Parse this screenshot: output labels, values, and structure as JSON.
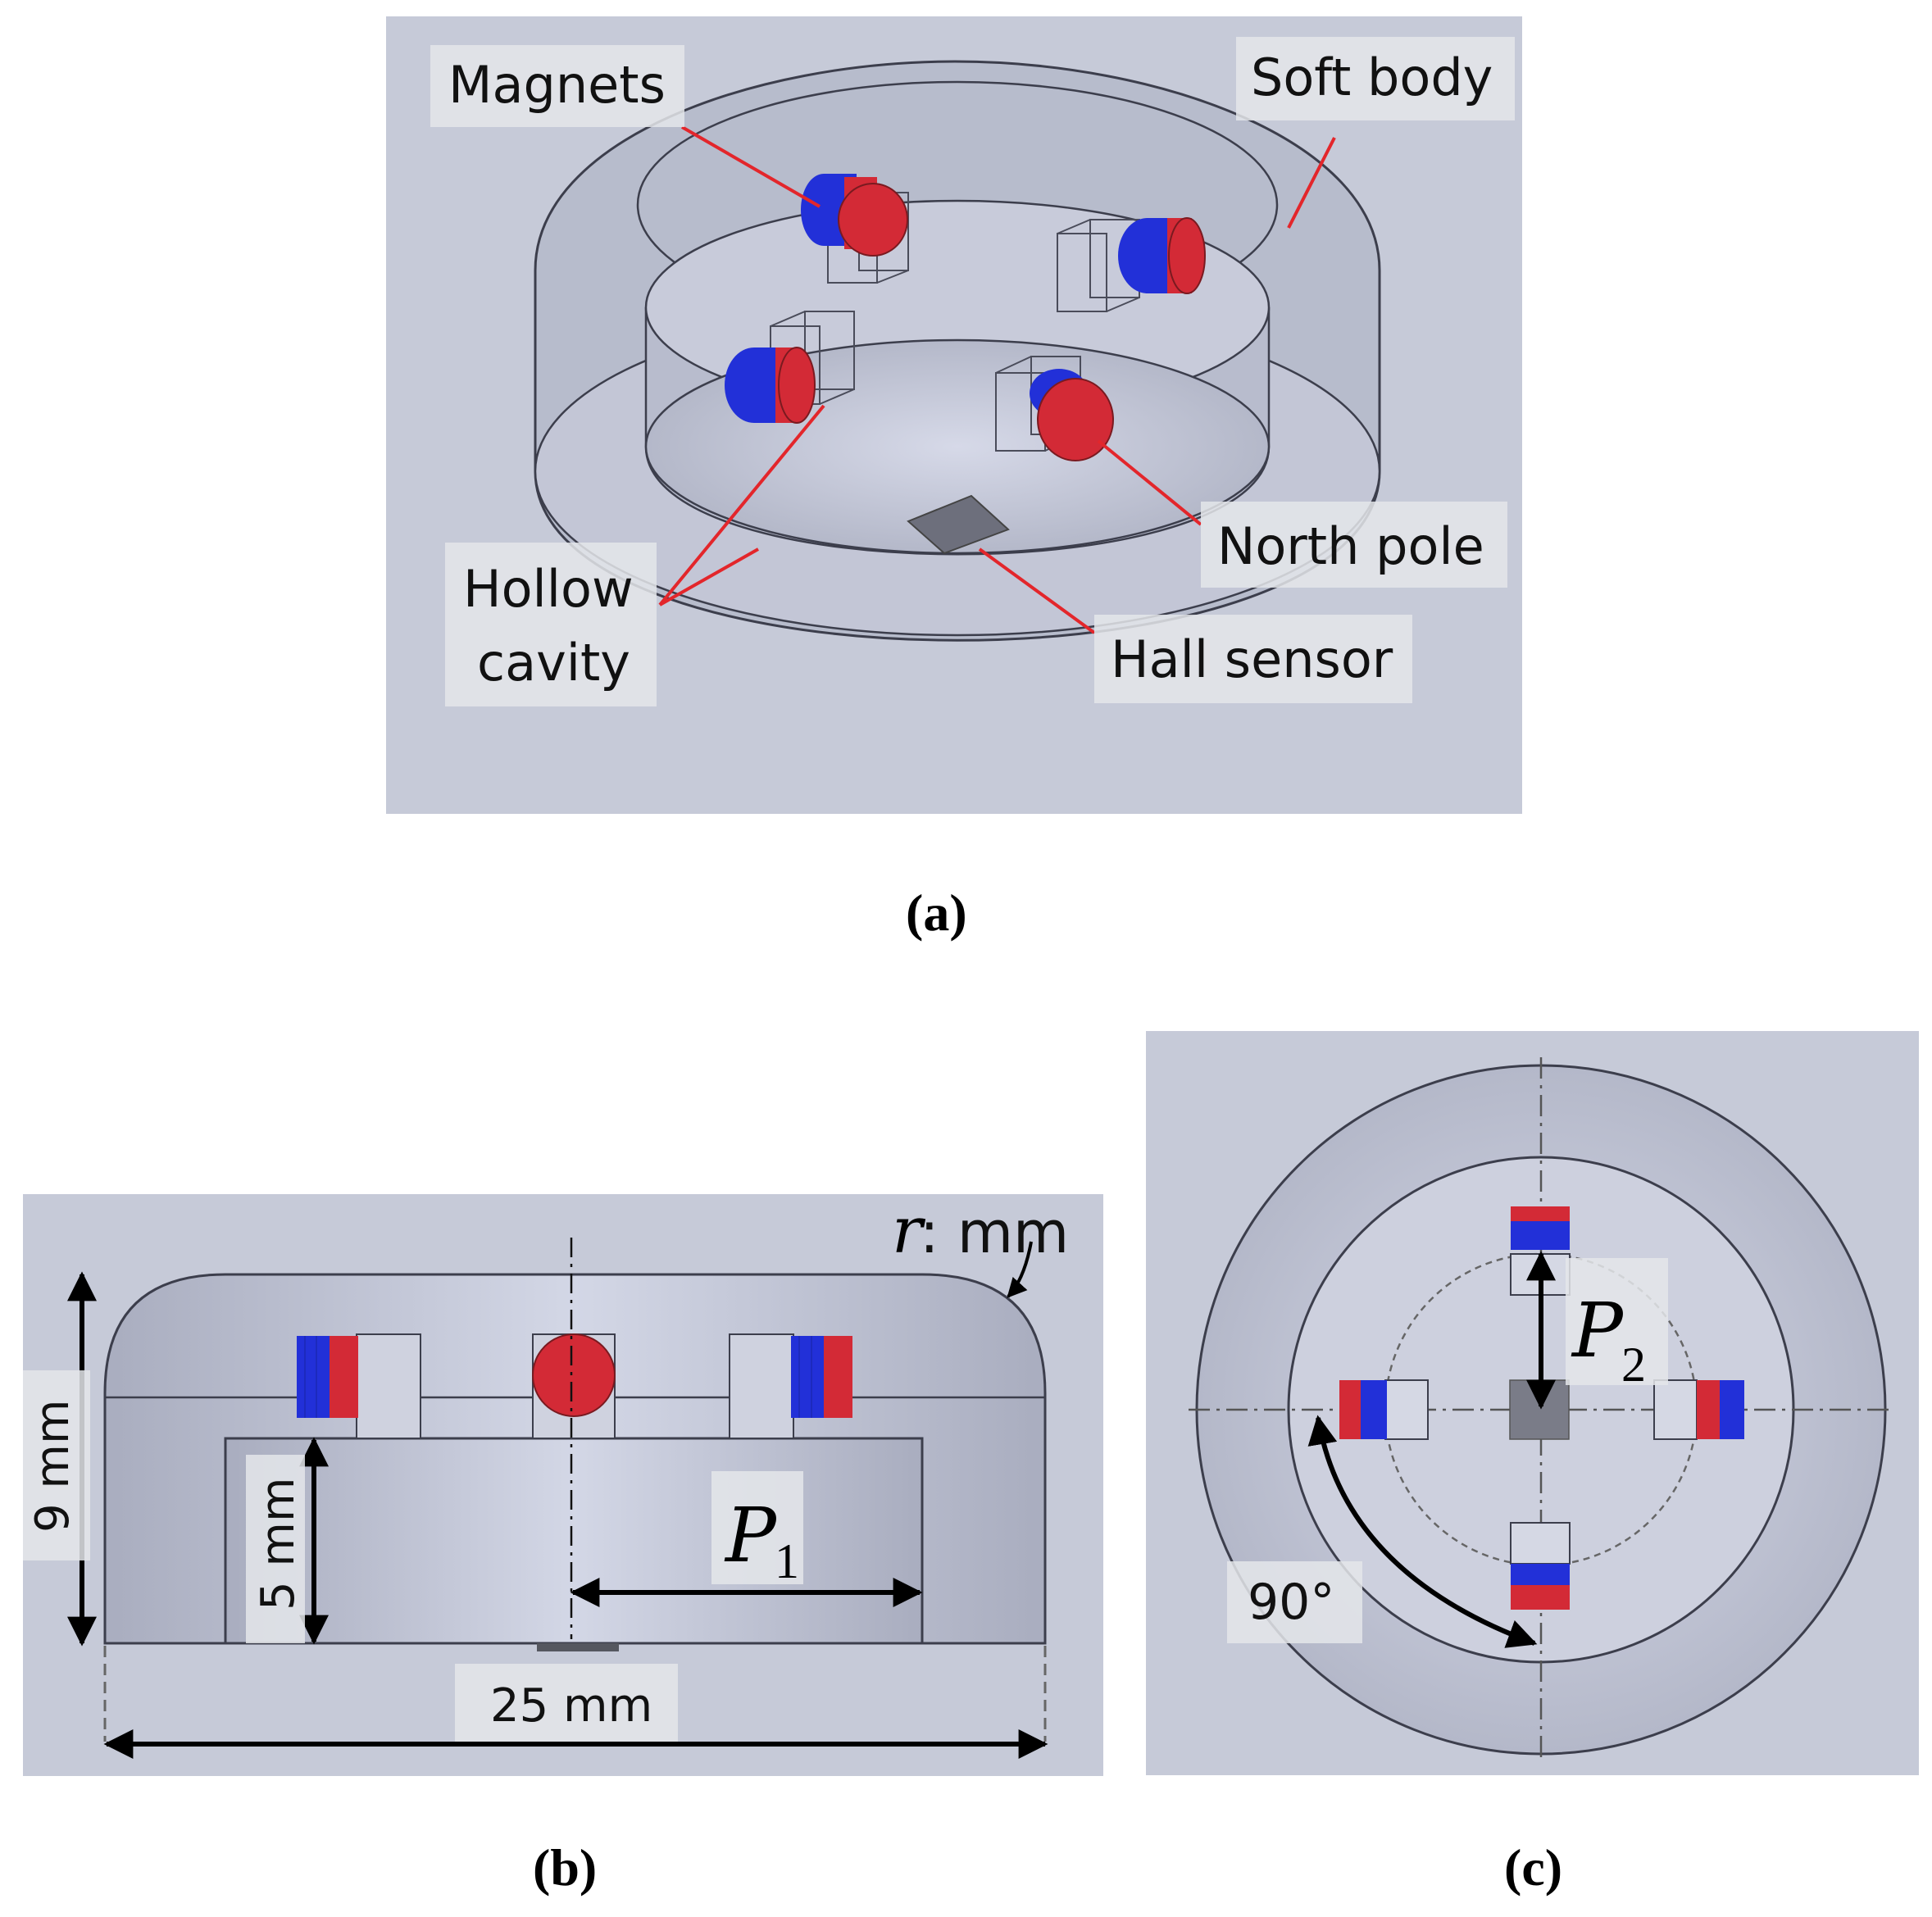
{
  "colors": {
    "panel": "#c6cad8",
    "body_fill": "#b9bdcd",
    "outline": "#3c3e4c",
    "leader": "#e3262b",
    "magnet_north": "#d32a36",
    "magnet_south": "#2230d8",
    "sensor": "#6d6f7c",
    "label_box": "#e4e6ea",
    "arrow": "#000000"
  },
  "panel_a": {
    "caption": "(a)",
    "labels": {
      "magnets": "Magnets",
      "soft_body": "Soft body",
      "north_pole": "North pole",
      "hollow_line1": "Hollow",
      "hollow_line2": "cavity",
      "hall_sensor": "Hall sensor"
    }
  },
  "panel_b": {
    "caption": "(b)",
    "radius_var": "r",
    "radius_unit": ": mm",
    "height_total": "9 mm",
    "height_cavity": "5 mm",
    "width": "25 mm",
    "p_symbol": "P",
    "p_sub": "1"
  },
  "panel_c": {
    "caption": "(c)",
    "angle": "90°",
    "p_symbol": "P",
    "p_sub": "2"
  }
}
